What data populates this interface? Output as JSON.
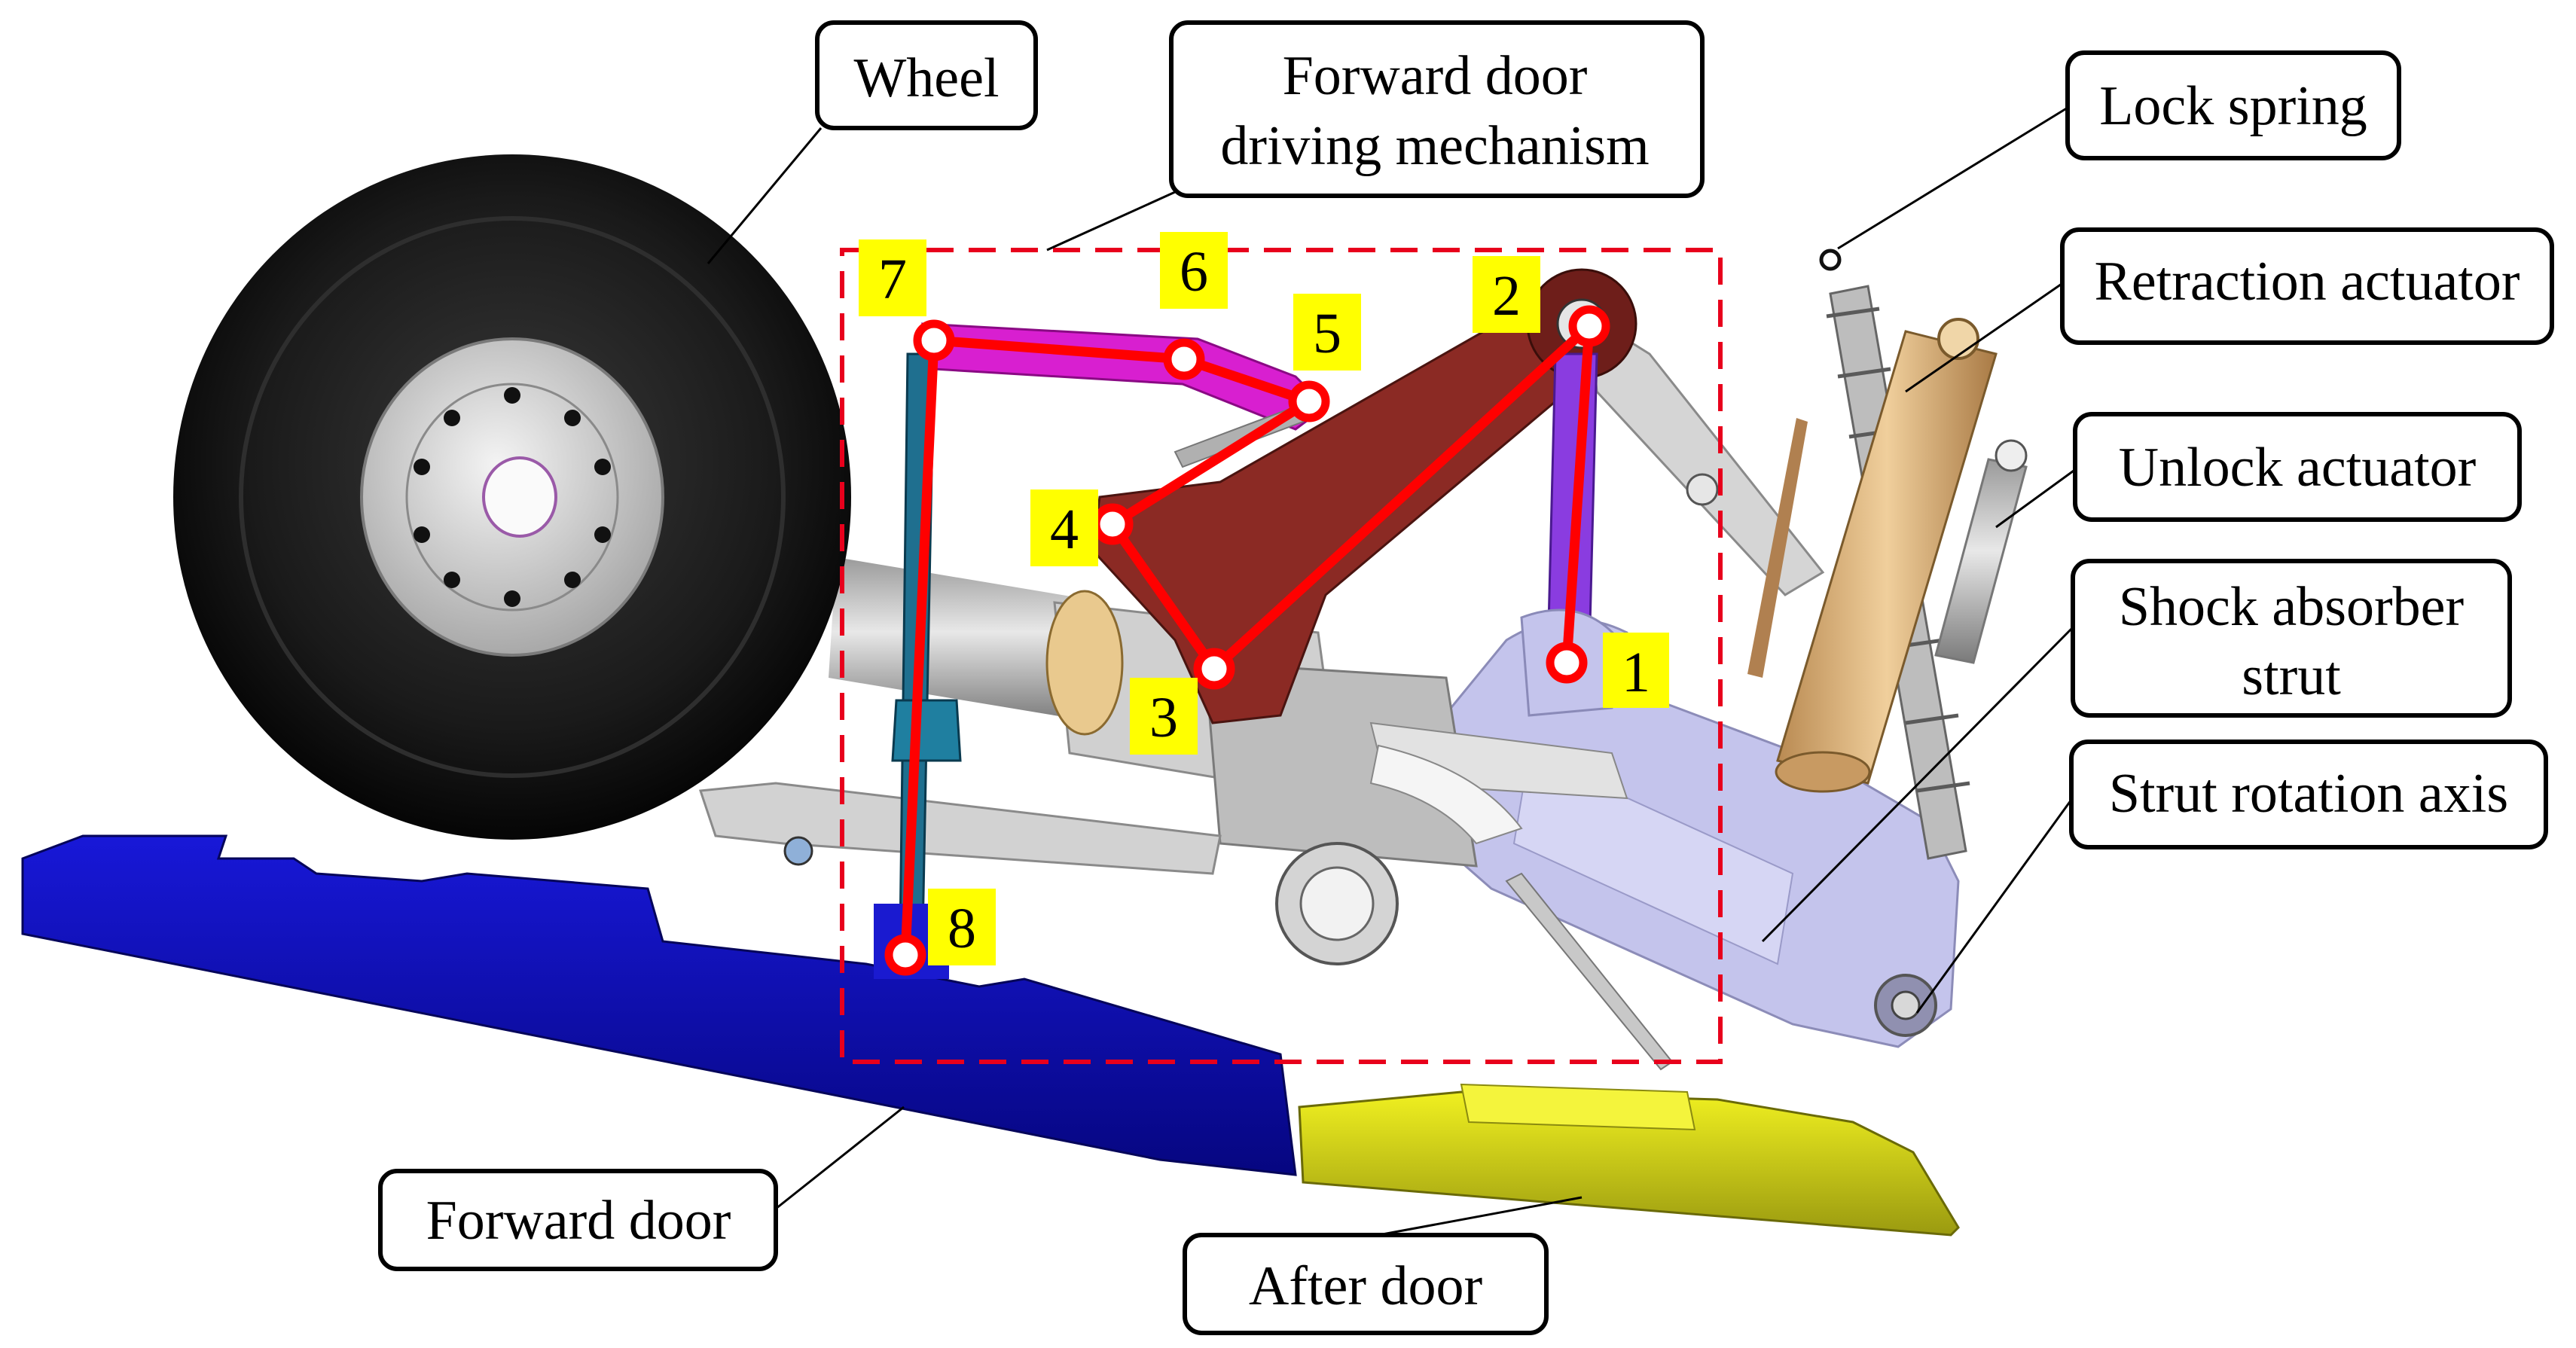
{
  "callouts": {
    "wheel": "Wheel",
    "forward_door_mechanism": [
      "Forward door",
      "driving mechanism"
    ],
    "lock_spring": "Lock spring",
    "retraction_actuator": "Retraction actuator",
    "unlock_actuator": "Unlock actuator",
    "shock_absorber_strut": [
      "Shock absorber",
      "strut"
    ],
    "strut_rotation_axis": "Strut rotation axis",
    "forward_door": "Forward door",
    "after_door": "After door"
  },
  "joints": [
    "1",
    "2",
    "3",
    "4",
    "5",
    "6",
    "7",
    "8"
  ],
  "colors": {
    "mechanism_lines": "#ff0000",
    "dashed_frame": "#e8001c",
    "label_background": "#ffff00",
    "forward_door": "#0a0aa8",
    "after_door": "#c8c81e",
    "crank_arm": "#8b2a24",
    "rocker": "#d81fd0",
    "side_link": "#8a3ce0",
    "retraction_actuator": "#d8b07a",
    "strut_body": "#c4c4ec"
  }
}
